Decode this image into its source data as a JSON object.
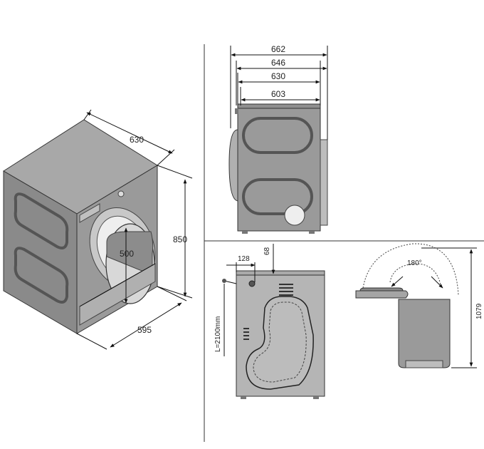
{
  "dimensions": {
    "iso_depth": "630",
    "iso_height": "850",
    "iso_door": "500",
    "iso_width": "595",
    "top_1": "662",
    "top_2": "646",
    "top_3": "630",
    "top_4": "603",
    "back_128": "128",
    "back_68": "68",
    "back_cable": "L=2100mm",
    "open_angle": "180°",
    "open_height": "1079"
  },
  "colors": {
    "body": "#9a9a9a",
    "outline": "#333333",
    "background": "#ffffff"
  }
}
